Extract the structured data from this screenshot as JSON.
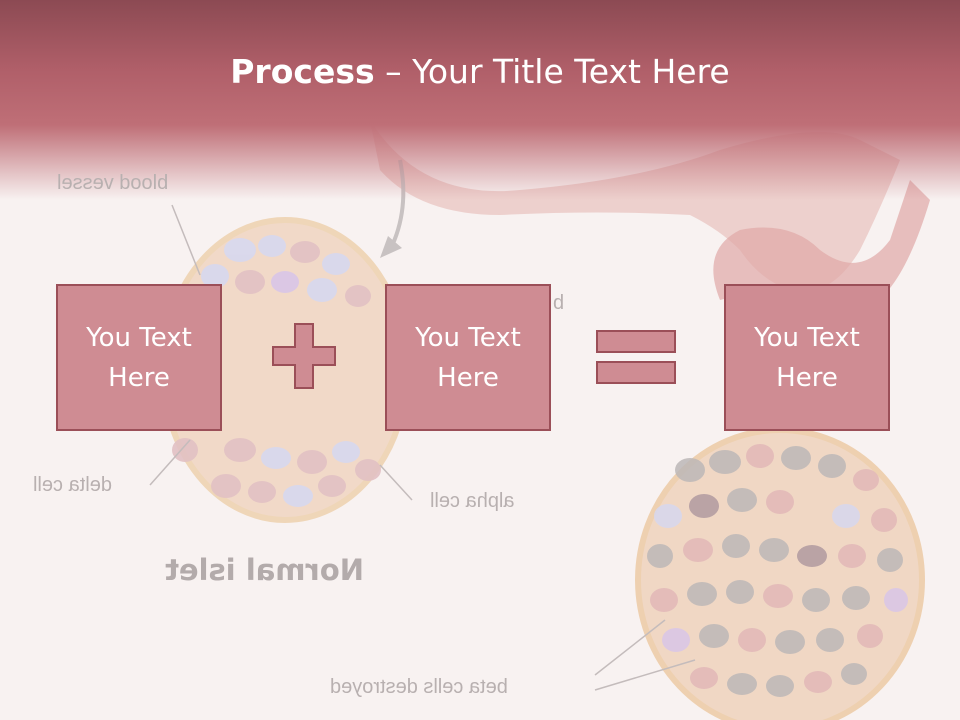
{
  "slide": {
    "title_bold": "Process",
    "title_dash": " – ",
    "title_rest": "Your Title Text Here"
  },
  "boxes": [
    {
      "text": "You Text Here"
    },
    {
      "text": "You Text Here"
    },
    {
      "text": "You Text Here"
    }
  ],
  "operators": {
    "plus": "plus-icon",
    "equals": "equals-icon"
  },
  "background_labels": {
    "blood_vessel": "blood vessel",
    "delta_cell": "delta cell",
    "alpha_cell": "alpha cell",
    "normal_islet": "Normal islet",
    "beta_destroyed": "beta cells destroyed",
    "partial": "b"
  },
  "colors": {
    "header": "#b8646d",
    "box_fill": "#cf8c93",
    "box_border": "#9b4f58",
    "operator_fill": "#cf8c93",
    "operator_border": "#9b4f58"
  }
}
